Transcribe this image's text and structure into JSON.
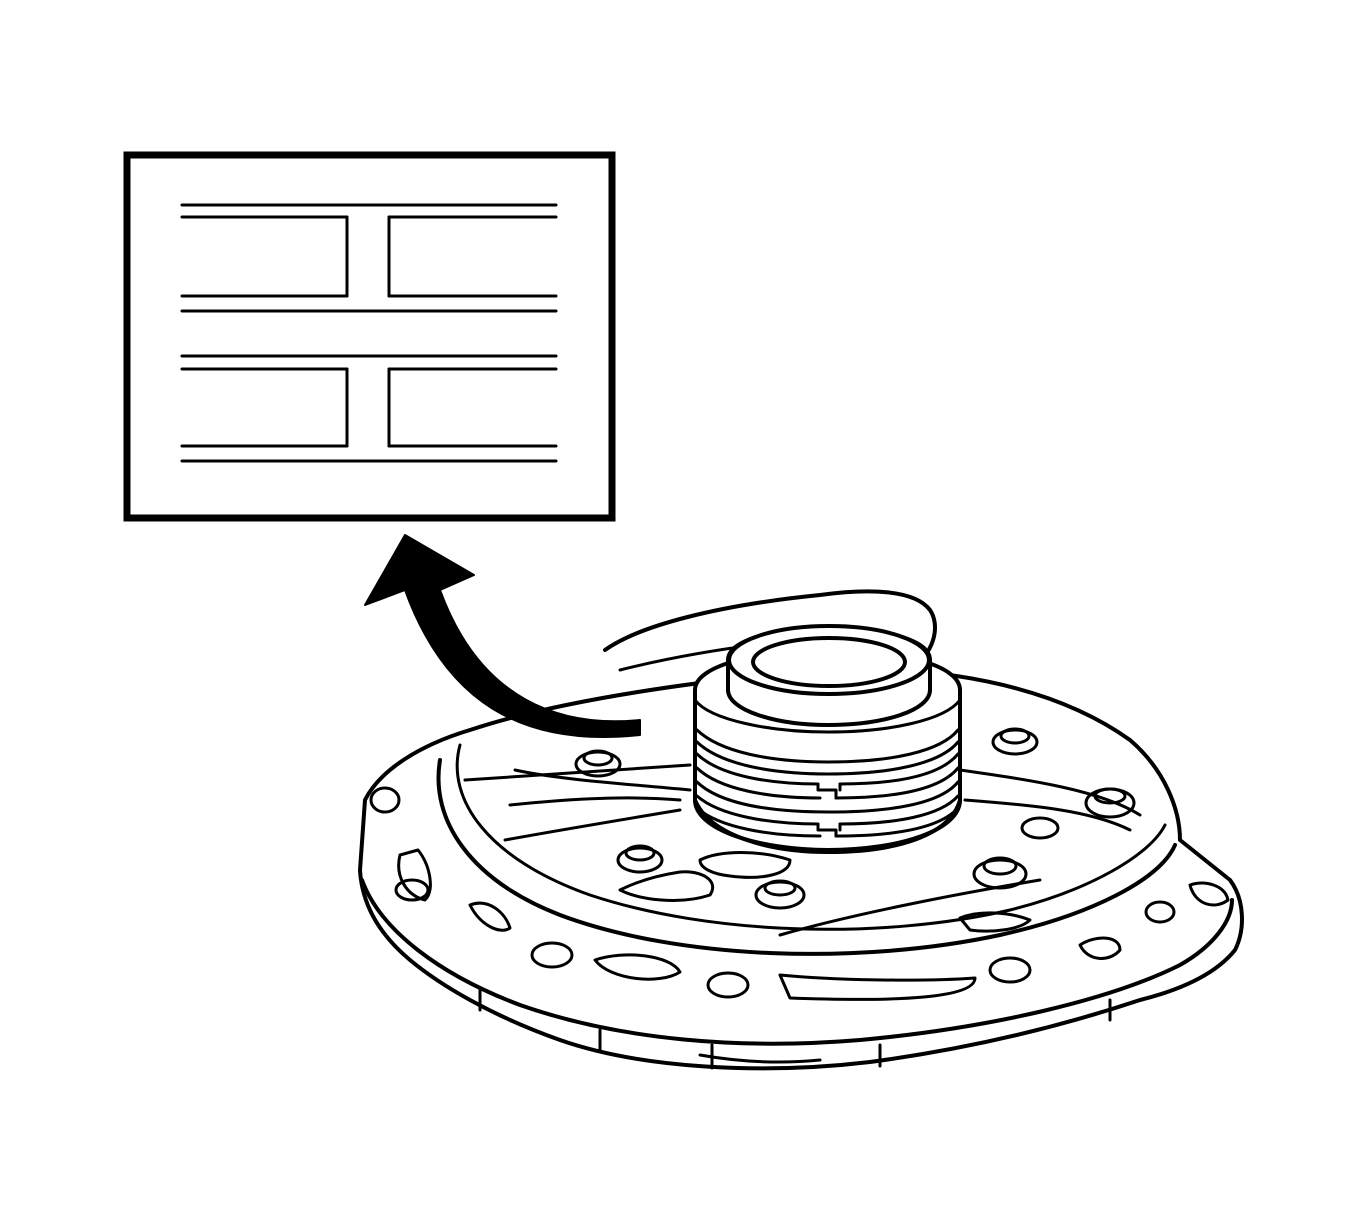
{
  "diagram": {
    "colors": {
      "ink": "#000000",
      "paper": "#ffffff"
    },
    "parts": {
      "detail_view": "seal-ring-detail-inset",
      "callout": "detail-arrow",
      "component": "pump-cover-with-stator-shaft",
      "rings": "scarf-cut-seal-rings"
    },
    "ring_count": 2
  }
}
